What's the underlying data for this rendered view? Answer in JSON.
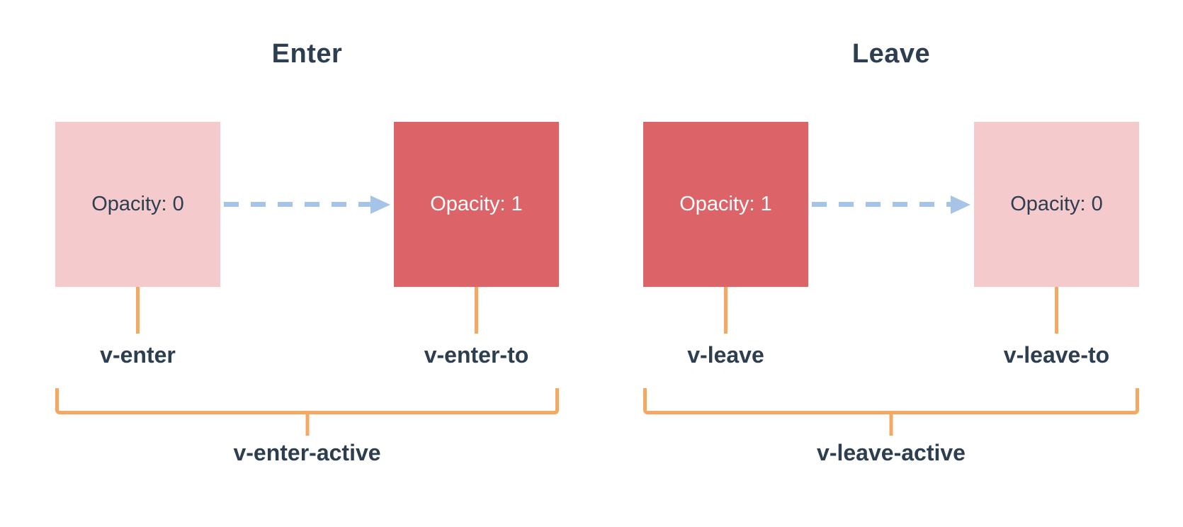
{
  "diagram": {
    "description": "Vue transition classes diagram",
    "colors": {
      "text_navy": "#2c3e50",
      "box_pink": "#f4cacd",
      "box_red": "#dc6367",
      "line_orange": "#f4a963",
      "arrow_blue": "#a5c4e7",
      "box_text_white": "#ffffff",
      "background": "#ffffff"
    },
    "sections": [
      {
        "title": "Enter",
        "from_box": {
          "label": "Opacity: 0",
          "variant": "pink"
        },
        "to_box": {
          "label": "Opacity: 1",
          "variant": "red"
        },
        "from_label": "v-enter",
        "to_label": "v-enter-to",
        "active_label": "v-enter-active"
      },
      {
        "title": "Leave",
        "from_box": {
          "label": "Opacity: 1",
          "variant": "red"
        },
        "to_box": {
          "label": "Opacity: 0",
          "variant": "pink"
        },
        "from_label": "v-leave",
        "to_label": "v-leave-to",
        "active_label": "v-leave-active"
      }
    ]
  }
}
